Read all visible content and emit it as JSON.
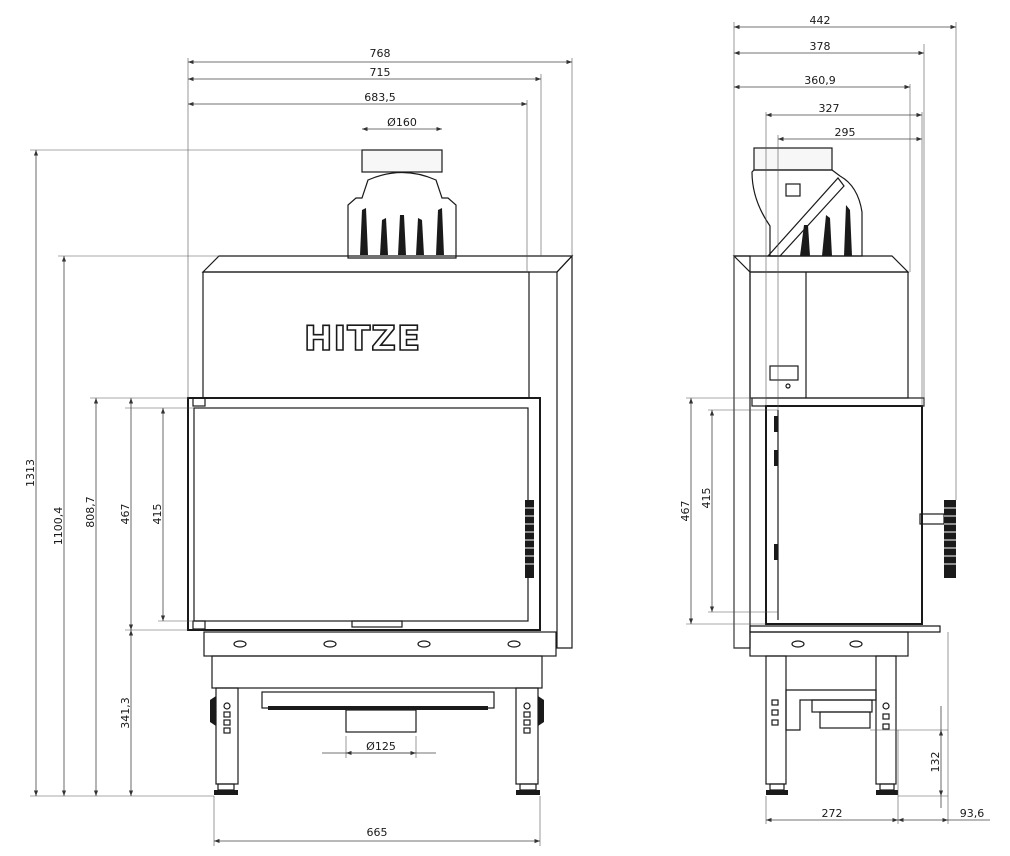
{
  "brand": "HITZE",
  "front": {
    "width_total": "768",
    "width_body": "715",
    "width_inner": "683,5",
    "flue_diameter": "Ø160",
    "height_total": "1313",
    "height_body": "1100,4",
    "height_door_top": "808,7",
    "door_height": "467",
    "glass_height": "415",
    "base_height": "341,3",
    "air_inlet_diameter": "Ø125",
    "legs_width": "665"
  },
  "side": {
    "depth_total": "442",
    "depth_378": "378",
    "depth_360": "360,9",
    "depth_327": "327",
    "depth_295": "295",
    "door_height": "467",
    "glass_height": "415",
    "inlet_height": "132",
    "legs_depth": "272",
    "offset": "93,6"
  }
}
